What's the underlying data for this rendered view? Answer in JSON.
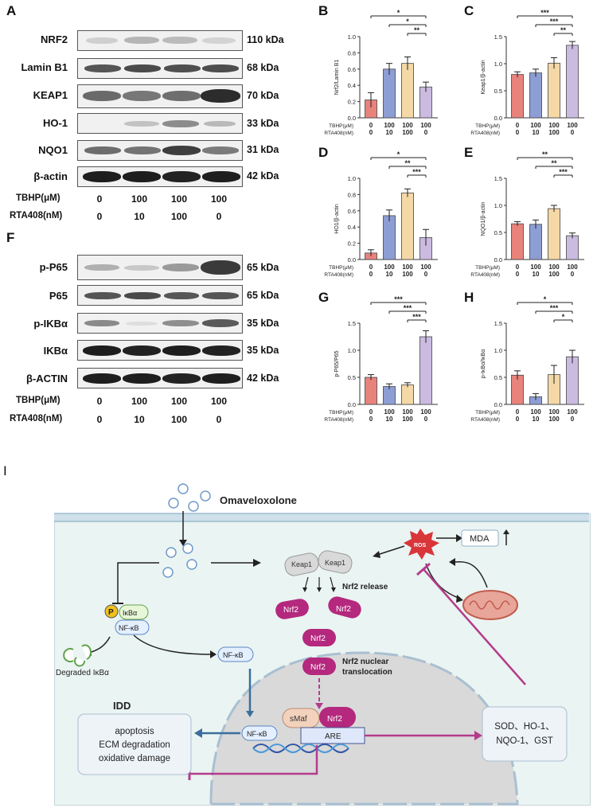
{
  "panel_letters": {
    "A": "A",
    "B": "B",
    "C": "C",
    "D": "D",
    "E": "E",
    "F": "F",
    "G": "G",
    "H": "H",
    "I": "I"
  },
  "western_A": {
    "proteins": [
      {
        "name": "NRF2",
        "kda": "110 kDa"
      },
      {
        "name": "Lamin B1",
        "kda": "68 kDa"
      },
      {
        "name": "KEAP1",
        "kda": "70 kDa"
      },
      {
        "name": "HO-1",
        "kda": "33 kDa"
      },
      {
        "name": "NQO1",
        "kda": "31 kDa"
      },
      {
        "name": "β-actin",
        "kda": "42 kDa"
      }
    ],
    "tbhp_label": "TBHP(μM)",
    "rta_label": "RTA408(nM)",
    "tbhp_values": [
      "0",
      "100",
      "100",
      "100"
    ],
    "rta_values": [
      "0",
      "10",
      "100",
      "0"
    ]
  },
  "western_F": {
    "proteins": [
      {
        "name": "p-P65",
        "kda": "65 kDa"
      },
      {
        "name": "P65",
        "kda": "65 kDa"
      },
      {
        "name": "p-IKBα",
        "kda": "35 kDa"
      },
      {
        "name": "IKBα",
        "kda": "35 kDa"
      },
      {
        "name": "β-ACTIN",
        "kda": "42 kDa"
      }
    ],
    "tbhp_label": "TBHP(μM)",
    "rta_label": "RTA408(nM)",
    "tbhp_values": [
      "0",
      "100",
      "100",
      "100"
    ],
    "rta_values": [
      "0",
      "10",
      "100",
      "0"
    ]
  },
  "colors": {
    "bar1": "#e8837c",
    "bar2": "#8d9ed4",
    "bar3": "#f4d8a6",
    "bar4": "#cbbbe0",
    "magenta": "#b43c8c",
    "teal_bg": "#eaf4f2",
    "nucleus": "#d9d9d9",
    "nrf2": "#b4287d"
  },
  "chart_data": [
    {
      "panel": "B",
      "type": "bar",
      "ylabel": "Nrf2/Lamin B1",
      "ylim": [
        0,
        1.0
      ],
      "yticks": [
        "0.0",
        "0.2",
        "0.4",
        "0.6",
        "0.8",
        "1.0"
      ],
      "values": [
        0.22,
        0.6,
        0.67,
        0.38
      ],
      "errors": [
        0.09,
        0.07,
        0.08,
        0.06
      ],
      "row1_label": "TBHP(μM)",
      "row2_label": "RTA408(nM)",
      "row1": [
        "0",
        "100",
        "100",
        "100"
      ],
      "row2": [
        "0",
        "10",
        "100",
        "0"
      ],
      "sig": [
        "*",
        "*",
        "**"
      ]
    },
    {
      "panel": "C",
      "type": "bar",
      "ylabel": "Keap1/β-actin",
      "ylim": [
        0,
        1.5
      ],
      "yticks": [
        "0.0",
        "0.5",
        "1.0",
        "1.5"
      ],
      "values": [
        0.8,
        0.83,
        1.01,
        1.34
      ],
      "errors": [
        0.05,
        0.07,
        0.1,
        0.07
      ],
      "row1_label": "TBHP(μM)",
      "row2_label": "RTA408(nM)",
      "row1": [
        "0",
        "100",
        "100",
        "100"
      ],
      "row2": [
        "0",
        "10",
        "100",
        "0"
      ],
      "sig": [
        "***",
        "***",
        "**"
      ]
    },
    {
      "panel": "D",
      "type": "bar",
      "ylabel": "HO1/β-actin",
      "ylim": [
        0,
        1.0
      ],
      "yticks": [
        "0.0",
        "0.2",
        "0.4",
        "0.6",
        "0.8",
        "1.0"
      ],
      "values": [
        0.08,
        0.54,
        0.82,
        0.27
      ],
      "errors": [
        0.04,
        0.07,
        0.05,
        0.1
      ],
      "row1_label": "TBHP(μM)",
      "row2_label": "RTA408(nM)",
      "row1": [
        "0",
        "100",
        "100",
        "100"
      ],
      "row2": [
        "0",
        "10",
        "100",
        "0"
      ],
      "sig": [
        "*",
        "**",
        "***"
      ]
    },
    {
      "panel": "E",
      "type": "bar",
      "ylabel": "NQO1/β-actin",
      "ylim": [
        0,
        1.5
      ],
      "yticks": [
        "0.0",
        "0.5",
        "1.0",
        "1.5"
      ],
      "values": [
        0.66,
        0.65,
        0.94,
        0.44
      ],
      "errors": [
        0.04,
        0.08,
        0.06,
        0.05
      ],
      "row1_label": "TBHP(μM)",
      "row2_label": "RTA408(nM)",
      "row1": [
        "0",
        "100",
        "100",
        "100"
      ],
      "row2": [
        "0",
        "10",
        "100",
        "0"
      ],
      "sig": [
        "**",
        "**",
        "***"
      ]
    },
    {
      "panel": "G",
      "type": "bar",
      "ylabel": "p-P65/P65",
      "ylim": [
        0,
        1.5
      ],
      "yticks": [
        "0.0",
        "0.5",
        "1.0",
        "1.5"
      ],
      "values": [
        0.5,
        0.33,
        0.36,
        1.25
      ],
      "errors": [
        0.05,
        0.05,
        0.04,
        0.11
      ],
      "row1_label": "TBHP(μM)",
      "row2_label": "RTA408(nM)",
      "row1": [
        "0",
        "100",
        "100",
        "100"
      ],
      "row2": [
        "0",
        "10",
        "100",
        "0"
      ],
      "sig": [
        "***",
        "***",
        "***"
      ]
    },
    {
      "panel": "H",
      "type": "bar",
      "ylabel": "p-IκBα/IκBα",
      "ylim": [
        0,
        1.5
      ],
      "yticks": [
        "0.0",
        "0.5",
        "1.0",
        "1.5"
      ],
      "values": [
        0.54,
        0.14,
        0.55,
        0.88
      ],
      "errors": [
        0.08,
        0.06,
        0.17,
        0.12
      ],
      "row1_label": "TBHP(μM)",
      "row2_label": "RTA408(nM)",
      "row1": [
        "0",
        "100",
        "100",
        "100"
      ],
      "row2": [
        "0",
        "10",
        "100",
        "0"
      ],
      "sig": [
        "*",
        "***",
        "*"
      ]
    }
  ],
  "schematic": {
    "drug": "Omaveloxolone",
    "keap1": "Keap1",
    "nrf2_release": "Nrf2 release",
    "nrf2": "Nrf2",
    "nrf2_translocation_1": "Nrf2 nuclear",
    "nrf2_translocation_2": "translocation",
    "ros": "ROS",
    "mda": "MDA",
    "p": "P",
    "ikba": "IκBα",
    "nfkb": "NF-κB",
    "degraded": "Degraded IκBα",
    "smaf": "sMaf",
    "are": "ARE",
    "idd": "IDD",
    "idd_lines": [
      "apoptosis",
      "ECM degradation",
      "oxidative damage"
    ],
    "enzymes_1": "SOD、HO-1、",
    "enzymes_2": "NQO-1、GST"
  }
}
